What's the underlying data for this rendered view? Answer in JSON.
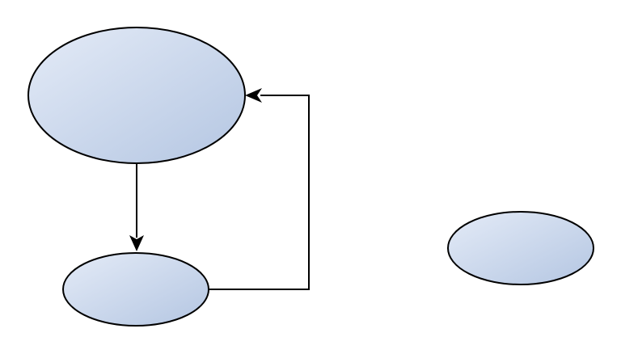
{
  "diagram": {
    "type": "flowchart",
    "nodes": [
      {
        "id": "node-large",
        "shape": "ellipse",
        "label": ""
      },
      {
        "id": "node-small",
        "shape": "ellipse",
        "label": ""
      },
      {
        "id": "node-isolated",
        "shape": "ellipse",
        "label": ""
      }
    ],
    "edges": [
      {
        "from": "node-large",
        "to": "node-small",
        "arrow": "end"
      },
      {
        "from": "node-small",
        "to": "node-large",
        "arrow": "end",
        "routing": "orthogonal"
      }
    ]
  },
  "style": {
    "fill_light": "#e4ebf7",
    "fill_dark": "#b4c6e2",
    "stroke": "#000000",
    "background": "#ffffff"
  }
}
